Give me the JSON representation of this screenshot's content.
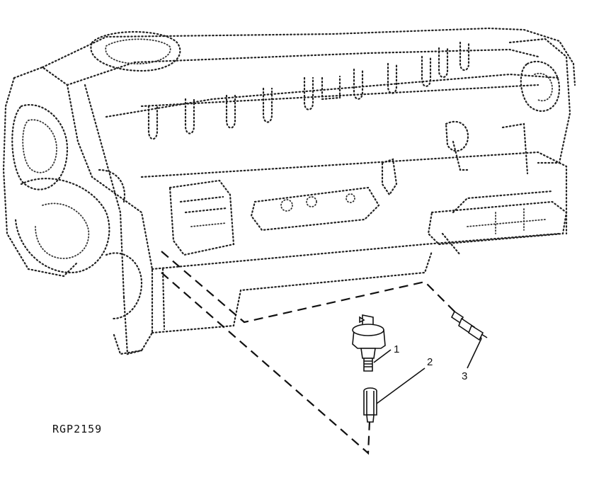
{
  "figure": {
    "code": "RGP2159",
    "callouts": [
      {
        "id": "1",
        "label": "1"
      },
      {
        "id": "2",
        "label": "2"
      },
      {
        "id": "3",
        "label": "3"
      }
    ]
  },
  "style": {
    "line_color": "#111111",
    "background": "#ffffff"
  }
}
